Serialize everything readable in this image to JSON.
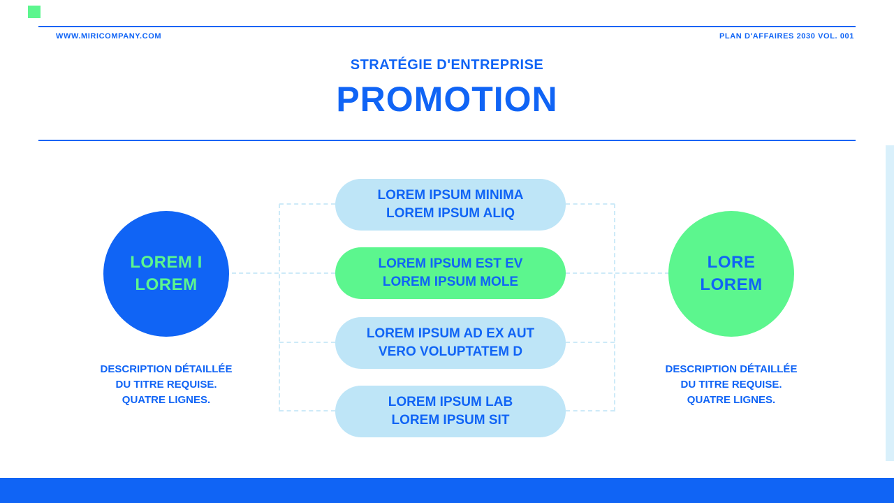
{
  "header": {
    "website": "WWW.MIRICOMPANY.COM",
    "doc_ref": "PLAN D'AFFAIRES 2030 VOL. 001",
    "subtitle": "STRATÉGIE D'ENTREPRISE",
    "title": "PROMOTION"
  },
  "left_circle": {
    "line1": "LOREM I",
    "line2": "LOREM",
    "description": "DESCRIPTION DÉTAILLÉE\nDU TITRE REQUISE.\nQUATRE LIGNES."
  },
  "right_circle": {
    "line1": "LORE",
    "line2": "LOREM",
    "description": "DESCRIPTION DÉTAILLÉE\nDU TITRE REQUISE.\nQUATRE LIGNES."
  },
  "pills": [
    {
      "line1": "LOREM IPSUM MINIMA",
      "line2": "LOREM IPSUM ALIQ",
      "variant": "light"
    },
    {
      "line1": "LOREM IPSUM EST EV",
      "line2": "LOREM IPSUM MOLE",
      "variant": "green"
    },
    {
      "line1": "LOREM IPSUM AD EX AUT",
      "line2": "VERO VOLUPTATEM D",
      "variant": "light"
    },
    {
      "line1": "LOREM IPSUM LAB",
      "line2": "LOREM IPSUM SIT",
      "variant": "light"
    }
  ],
  "colors": {
    "accent_blue": "#1064f5",
    "accent_green": "#5cf68e",
    "pill_light_blue": "#bee5f7",
    "dashed_connector": "#cdeaf8",
    "background": "#ffffff"
  }
}
